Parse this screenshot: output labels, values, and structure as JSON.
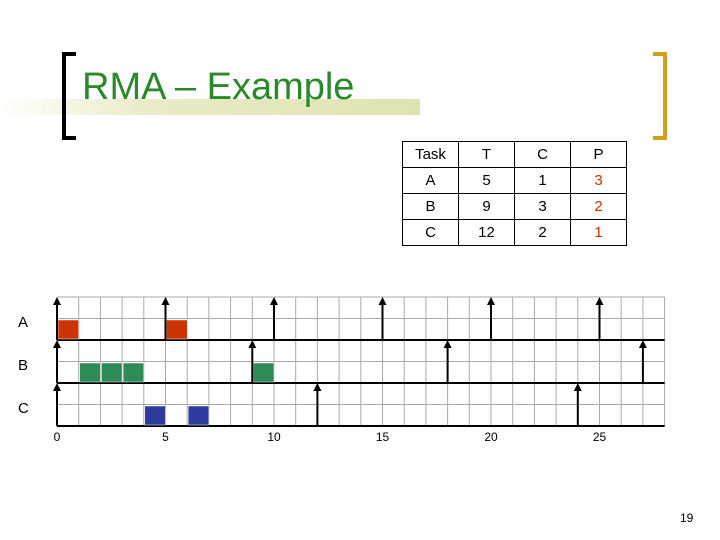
{
  "slide": {
    "title": "RMA – Example",
    "page_number": "19"
  },
  "colors": {
    "title": "#2a8a2a",
    "priority": "#cc3300",
    "task_A": "#cc3300",
    "task_B": "#2e8b57",
    "task_C": "#2e3a9e",
    "grid": "#aaaaaa"
  },
  "task_table": {
    "headers": [
      "Task",
      "T",
      "C",
      "P"
    ],
    "rows": [
      {
        "task": "A",
        "T": "5",
        "C": "1",
        "P": "3"
      },
      {
        "task": "B",
        "T": "9",
        "C": "3",
        "P": "2"
      },
      {
        "task": "C",
        "T": "12",
        "C": "2",
        "P": "1"
      }
    ]
  },
  "timeline": {
    "rows": [
      "A",
      "B",
      "C"
    ],
    "x_ticks": [
      0,
      5,
      10,
      15,
      20,
      25
    ],
    "x_range": [
      0,
      28
    ],
    "arrivals": {
      "A": [
        0,
        5,
        10,
        15,
        20,
        25
      ],
      "B": [
        0,
        9,
        18,
        27
      ],
      "C": [
        0,
        12,
        24
      ]
    },
    "executions": {
      "A": [
        [
          0,
          1
        ],
        [
          5,
          6
        ]
      ],
      "B": [
        [
          1,
          4
        ],
        [
          9,
          10
        ]
      ],
      "C": [
        [
          4,
          5
        ],
        [
          6,
          7
        ]
      ]
    }
  }
}
